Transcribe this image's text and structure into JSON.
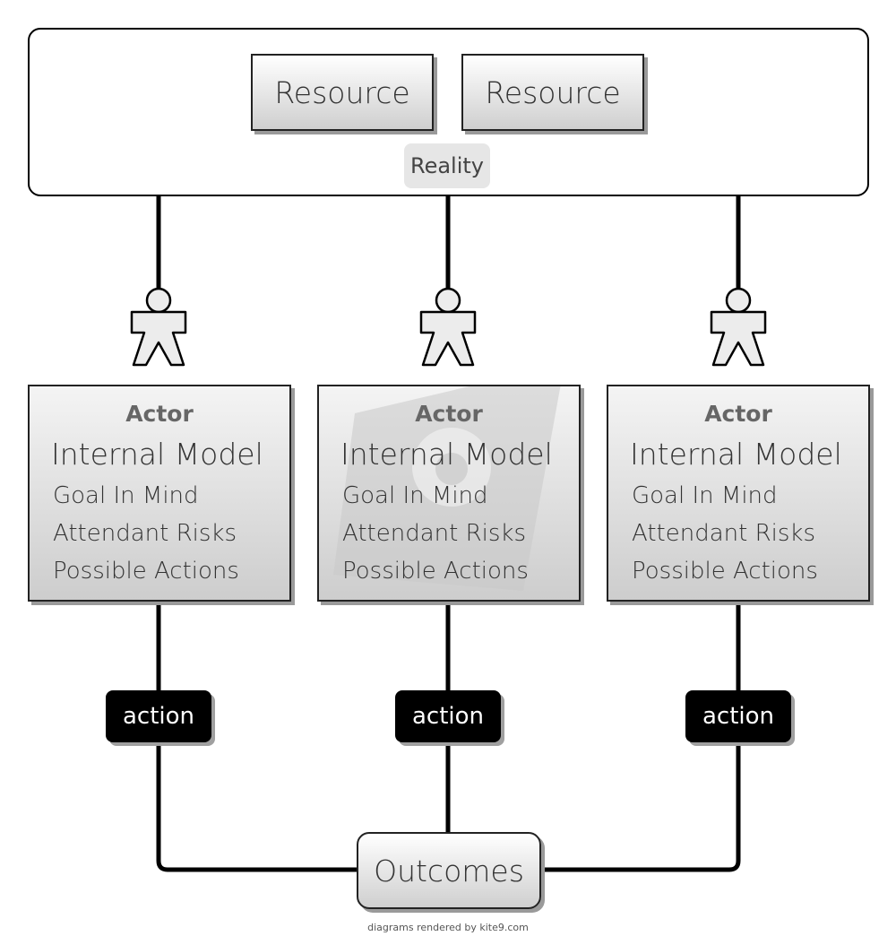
{
  "reality": {
    "label": "Reality",
    "resources": [
      "Resource",
      "Resource"
    ]
  },
  "actors": [
    {
      "title": "Actor",
      "model": "Internal Model",
      "lines": [
        "Goal In Mind",
        "Attendant Risks",
        "Possible Actions"
      ]
    },
    {
      "title": "Actor",
      "model": "Internal Model",
      "lines": [
        "Goal In Mind",
        "Attendant Risks",
        "Possible Actions"
      ]
    },
    {
      "title": "Actor",
      "model": "Internal Model",
      "lines": [
        "Goal In Mind",
        "Attendant Risks",
        "Possible Actions"
      ]
    }
  ],
  "actions": [
    "action",
    "action",
    "action"
  ],
  "outcomes": "Outcomes",
  "footer": "diagrams rendered by kite9.com",
  "colors": {
    "stroke": "#000000",
    "box_fill_top": "#f4f4f4",
    "box_fill_bottom": "#cdcdcd",
    "action_fill": "#000000",
    "watermark": "#d0d0d0"
  },
  "icons": [
    "stick-figure-icon",
    "kite9-watermark-icon"
  ]
}
